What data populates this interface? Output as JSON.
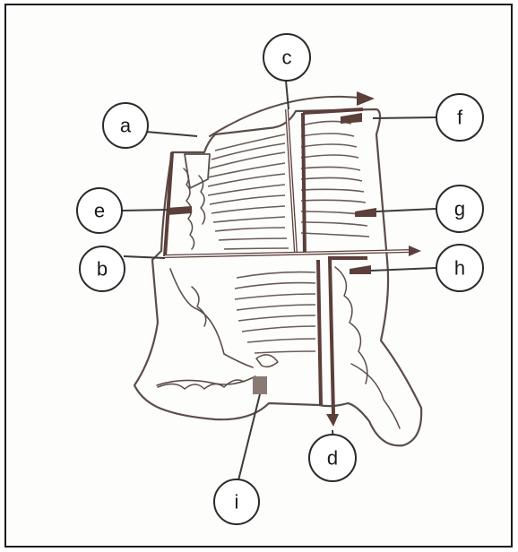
{
  "figure": {
    "callouts": [
      {
        "id": "a",
        "label": "a"
      },
      {
        "id": "b",
        "label": "b"
      },
      {
        "id": "c",
        "label": "c"
      },
      {
        "id": "d",
        "label": "d"
      },
      {
        "id": "e",
        "label": "e"
      },
      {
        "id": "f",
        "label": "f"
      },
      {
        "id": "g",
        "label": "g"
      },
      {
        "id": "h",
        "label": "h"
      },
      {
        "id": "i",
        "label": "i"
      }
    ]
  }
}
